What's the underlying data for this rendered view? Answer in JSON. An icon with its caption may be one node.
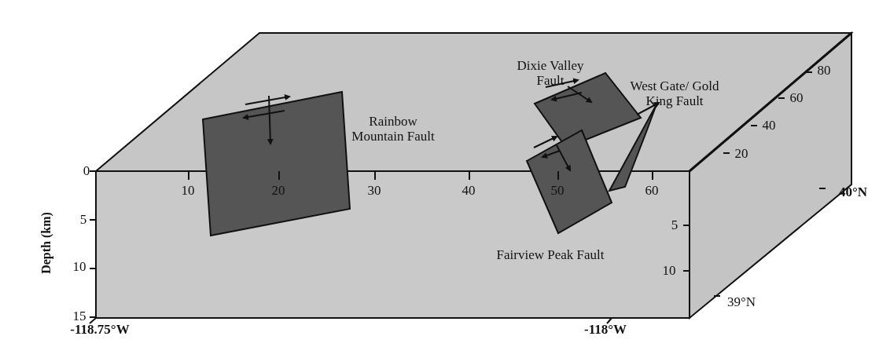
{
  "diagram": {
    "labels": [
      "80",
      "Dixie Valley Fault",
      "West Gate/ Gold King Fault",
      "60",
      "40",
      "Rainbow Mountain Fault",
      "20",
      "0",
      "10",
      "20",
      "30",
      "40",
      "50",
      "60",
      "40°N",
      "Depth (km)",
      "5",
      "5",
      "Fairview Peak Fault",
      "10",
      "10",
      "15",
      "39°N",
      "-118.75°W",
      "-118°W"
    ]
  }
}
